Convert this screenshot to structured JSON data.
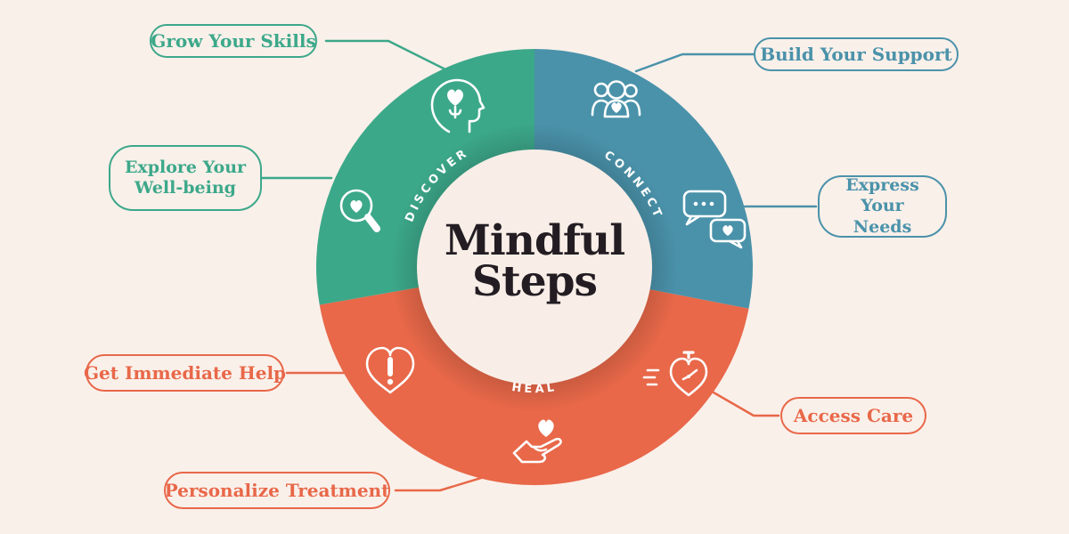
{
  "page": {
    "background_color": "#faf0ea"
  },
  "wheel": {
    "title_line1": "Mindful",
    "title_line2": "Steps",
    "title_color": "#231d23",
    "center_color": "#f8eee7",
    "segments": [
      {
        "label": "DISCOVER",
        "color": "#3ca88a"
      },
      {
        "label": "CONNECT",
        "color": "#4a92aa"
      },
      {
        "label": "HEAL",
        "color": "#e86849"
      }
    ]
  },
  "callouts": [
    {
      "label": "Grow Your Skills",
      "color": "#3ca88a",
      "icon": "head-heart-icon"
    },
    {
      "label": "Build Your Support",
      "color": "#4a92aa",
      "icon": "people-group-icon"
    },
    {
      "label": "Explore Your Well-being",
      "color": "#3ca88a",
      "icon": "magnifier-heart-icon"
    },
    {
      "label": "Express Your Needs",
      "color": "#4a92aa",
      "icon": "chat-bubbles-icon"
    },
    {
      "label": "Get Immediate Help",
      "color": "#e86849",
      "icon": "heart-exclamation-icon"
    },
    {
      "label": "Access Care",
      "color": "#e86849",
      "icon": "heart-stopwatch-icon"
    },
    {
      "label": "Personalize Treatment",
      "color": "#e86849",
      "icon": "hand-heart-icon"
    }
  ]
}
